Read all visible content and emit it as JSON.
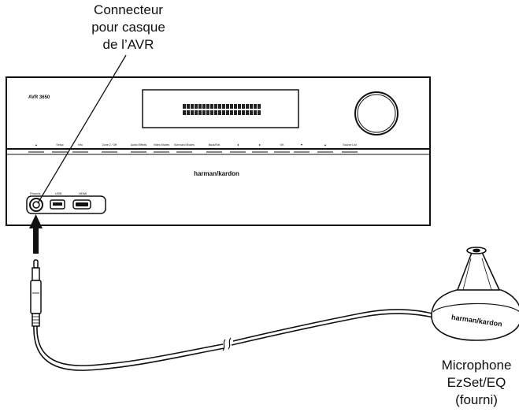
{
  "callouts": {
    "headphone_connector": [
      "Connecteur",
      "pour casque",
      "de l’AVR"
    ],
    "microphone": [
      "Microphone",
      "EzSet/EQ",
      "(fourni)"
    ]
  },
  "receiver": {
    "model_badge": "AVR 3650",
    "brand": "harman/kardon",
    "front_buttons": [
      "▲",
      "Setup",
      "Info",
      "Zone 2 / Off",
      "Audio Effects",
      "Video Modes",
      "Surround Modes",
      "Back/Exit",
      "◄",
      "►",
      "OK",
      "▼",
      "▲",
      "Source List"
    ],
    "jack_labels": [
      "Phones",
      "USB",
      "HDMI"
    ]
  },
  "microphone_brand": "harman/kardon",
  "colors": {
    "line": "#111111",
    "panel_fill": "#ffffff",
    "display_segments": "#222222"
  }
}
